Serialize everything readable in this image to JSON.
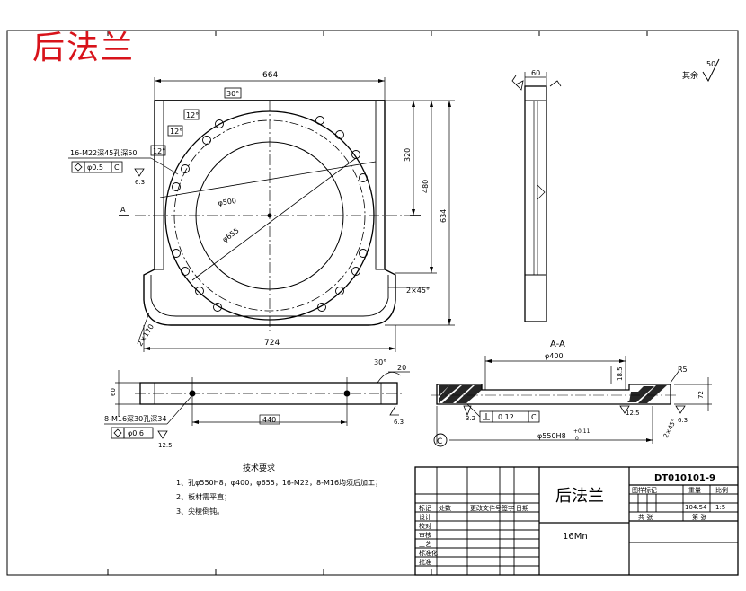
{
  "watermark": "后法兰",
  "roughness": {
    "label": "其余",
    "value": "50"
  },
  "front_view": {
    "dim_top": "664",
    "dim_bottom": "724",
    "dim_right_1": "320",
    "dim_right_2": "480",
    "dim_right_3": "634",
    "angle_1": "30°",
    "angle_2": "12°",
    "angle_3": "12°",
    "angle_4": "12°",
    "phi_inner": "φ500",
    "phi_bolt": "φ655",
    "hole_note": "16-M22深45孔深50",
    "hole_tol": "φ0.5",
    "hole_datum": "C",
    "finish_left": "6.3",
    "chamfer_right": "2×45°",
    "chamfer_left": "2×170",
    "section_mark": "A"
  },
  "side_view": {
    "dim_top": "60"
  },
  "bottom_view": {
    "dim_left": "60",
    "dim_mid": "440",
    "angle": "30°",
    "dim_right": "20",
    "finish": "6.3",
    "hole_note": "8-M16深30孔深34",
    "hole_tol": "φ0.6",
    "finish_2": "12.5"
  },
  "section_view": {
    "title": "A-A",
    "dim_phi400": "φ400",
    "r_label": "R5",
    "dim_right": "72",
    "finish_a": "3.2",
    "finish_b": "12.5",
    "finish_c": "6.3",
    "perp_tol": "0.12",
    "perp_datum": "C",
    "dim_bottom": "φ550H8",
    "tol_upper": "+0.11",
    "tol_lower": "0",
    "datum_label": "C",
    "chamfer": "2×45°",
    "inner_dim": "18.5"
  },
  "tech_notes": {
    "title": "技术要求",
    "items": [
      "1、孔φ550H8，φ400，φ655，16-M22，8-M16均须后加工；",
      "2、板材需平直；",
      "3、尖棱倒钝。"
    ]
  },
  "title_block": {
    "part_name": "后法兰",
    "drawing_no": "DT010101-9",
    "material": "16Mn",
    "stage_label": "图样标记",
    "weight_label": "重量",
    "scale_label": "比例",
    "weight": "104.54",
    "scale": "1:5",
    "sheets_total": "共 张",
    "sheet_no": "第 张",
    "rows": [
      "设计",
      "校对",
      "审核",
      "工艺",
      "标准化",
      "批准"
    ],
    "row_labels": [
      "标记",
      "处数",
      "更改文件号",
      "签字",
      "日期"
    ]
  }
}
